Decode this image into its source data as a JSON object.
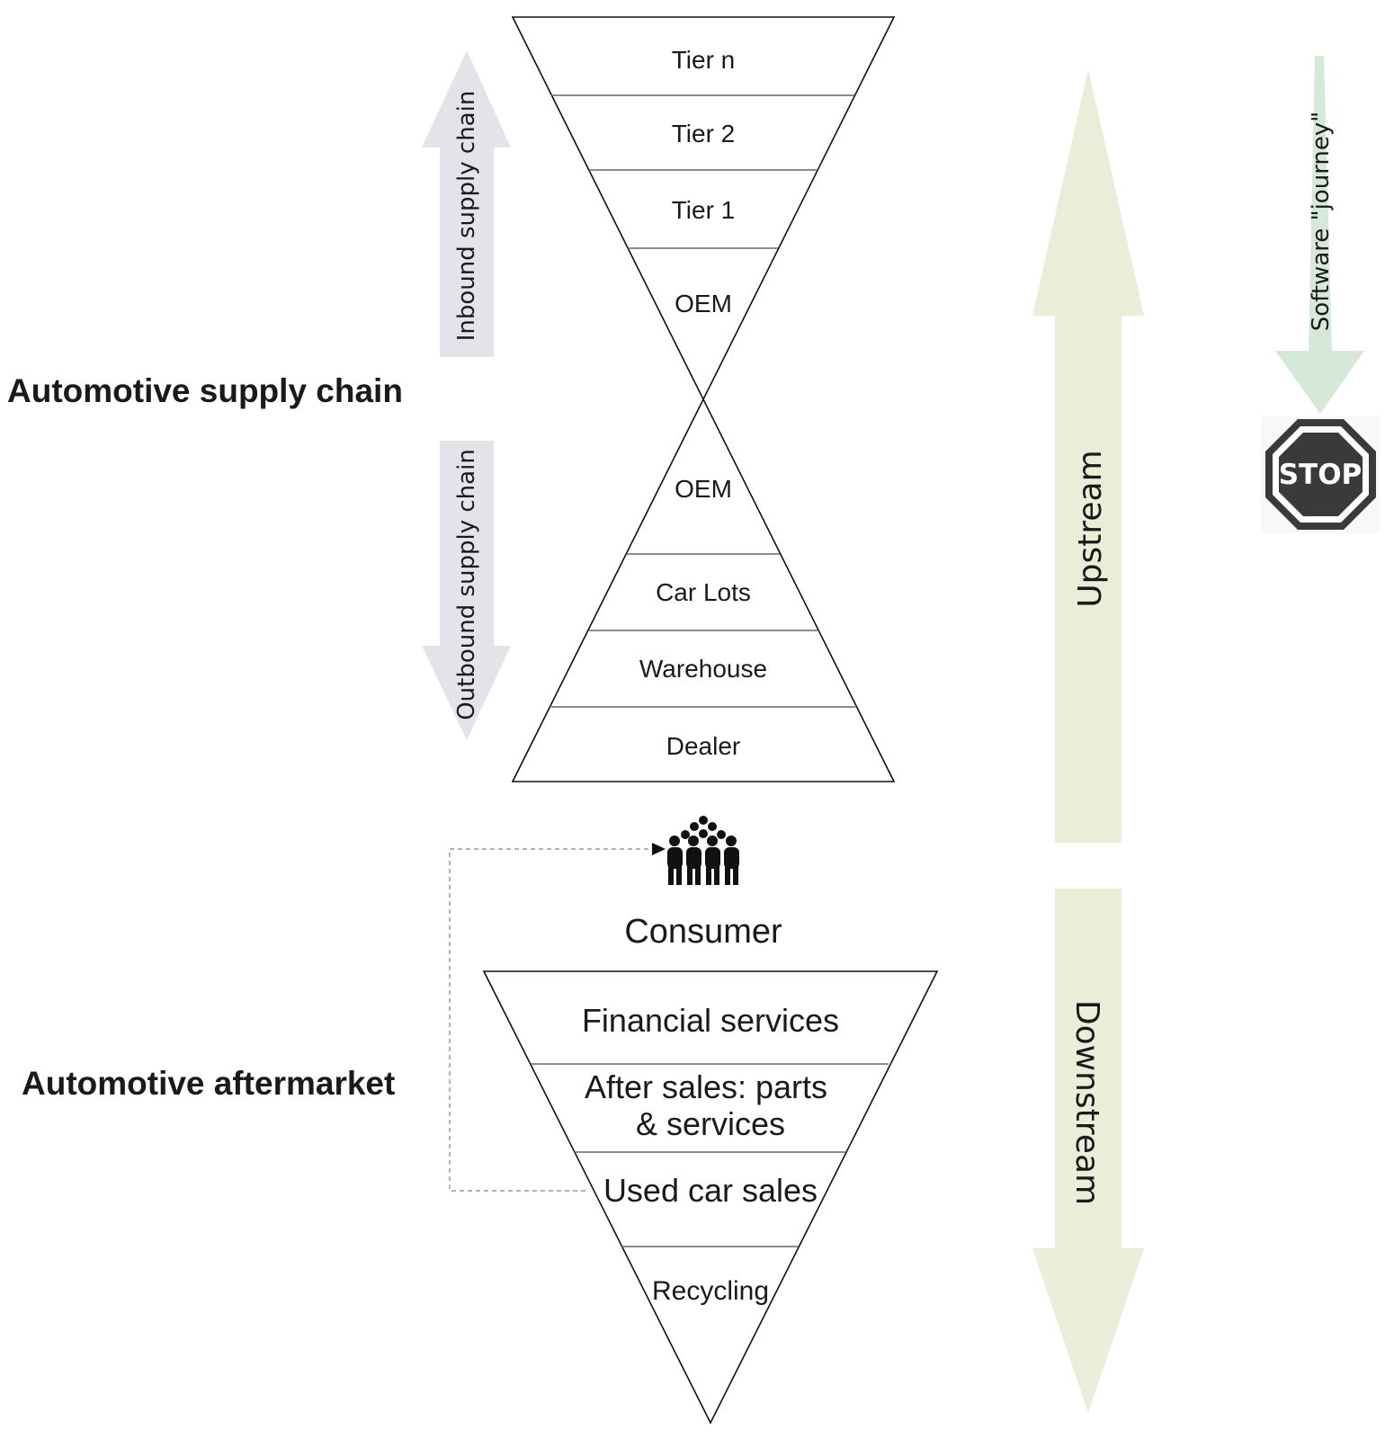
{
  "sections": {
    "supply_chain_title": "Automotive supply chain",
    "aftermarket_title": "Automotive aftermarket"
  },
  "inbound_funnel": {
    "levels": [
      "Tier n",
      "Tier 2",
      "Tier 1",
      "OEM"
    ]
  },
  "outbound_pyramid": {
    "levels": [
      "OEM",
      "Car Lots",
      "Warehouse",
      "Dealer"
    ]
  },
  "consumer": {
    "label": "Consumer",
    "icon": "people-group-icon"
  },
  "aftermarket_funnel": {
    "levels": [
      {
        "line1": "Financial services",
        "line2": ""
      },
      {
        "line1": "After sales: parts",
        "line2": "& services"
      },
      {
        "line1": "Used car sales",
        "line2": ""
      },
      {
        "line1": "Recycling",
        "line2": ""
      }
    ]
  },
  "arrows": {
    "inbound": {
      "label": "Inbound supply chain",
      "direction": "up",
      "color": "#e6e2ea"
    },
    "outbound": {
      "label": "Outbound supply chain",
      "direction": "down",
      "color": "#e6e2ea"
    },
    "upstream": {
      "label": "Upstream",
      "direction": "up",
      "color": "#ebedd9"
    },
    "downstream": {
      "label": "Downstream",
      "direction": "down",
      "color": "#ebedd9"
    },
    "software": {
      "label": "Software \"journey\"",
      "direction": "down",
      "color": "#d6e9d9"
    }
  },
  "stop_sign": {
    "label": "STOP",
    "color": "#3a3a3a"
  },
  "feedback_link": {
    "from": "Used car sales",
    "to": "Consumer",
    "style": "dashed"
  }
}
